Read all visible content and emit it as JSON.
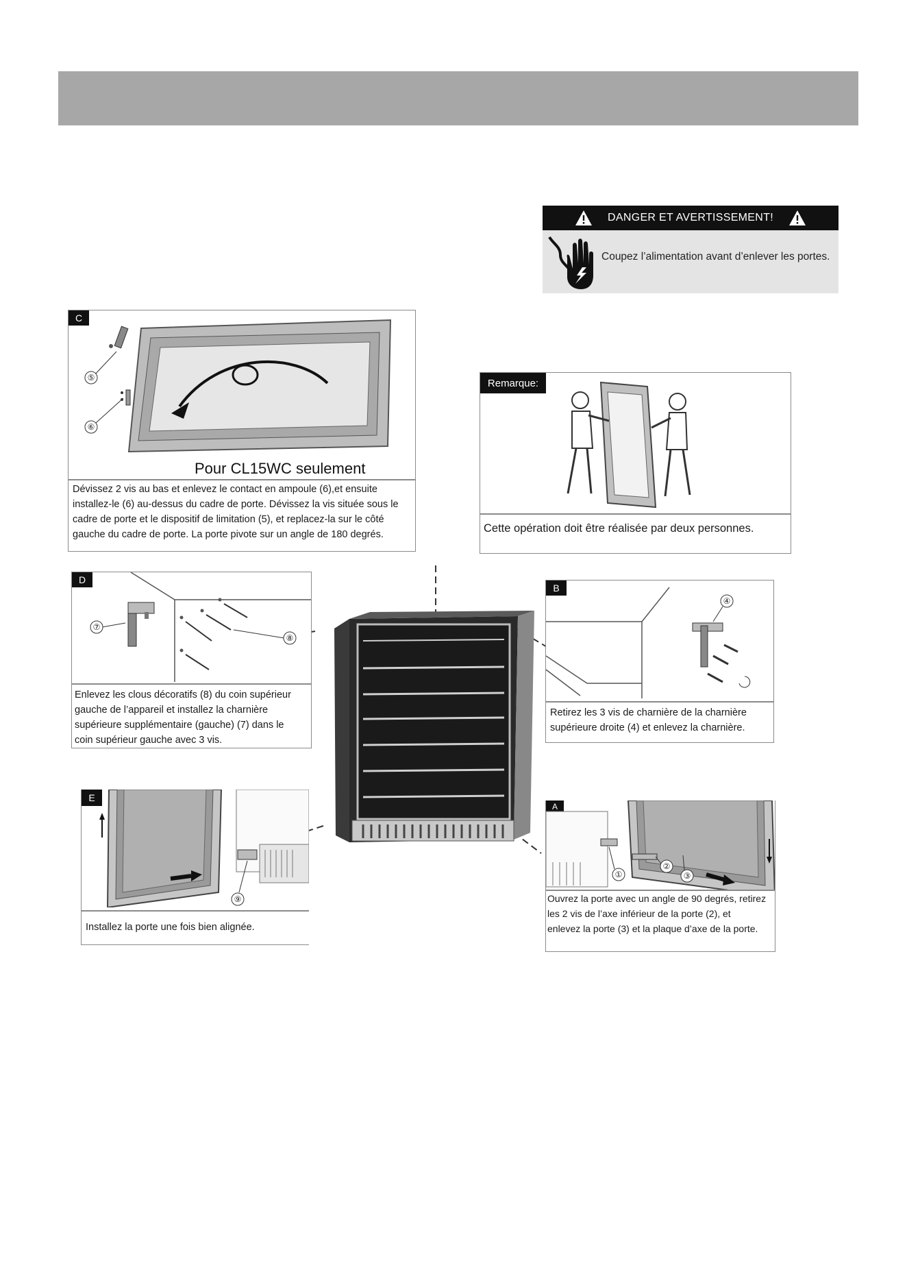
{
  "warning": {
    "title": "DANGER ET AVERTISSEMENT!",
    "text": "Coupez l’alimentation avant d’enlever les portes."
  },
  "panel_c": {
    "label": "C",
    "subtitle": "Pour CL15WC seulement",
    "caption_lines": [
      "Dévissez 2 vis au bas et enlevez le contact en ampoule (6),et ensuite",
      "installez-le (6) au-dessus du cadre de porte. Dévissez la vis située sous le",
      "cadre de porte et le dispositif de limitation (5),  et replacez-la sur le côté",
      " gauche du cadre de porte. La porte pivote sur un angle de 180 degrés."
    ],
    "callouts": [
      "⑤",
      "⑥"
    ]
  },
  "panel_remarque": {
    "label": "Remarque:",
    "caption": "Cette opération doit être réalisée par deux personnes."
  },
  "panel_d": {
    "label": "D",
    "caption_lines": [
      "Enlevez les clous décoratifs (8) du coin supérieur",
      " gauche de l’appareil et installez la charnière",
      "supérieure supplémentaire (gauche) (7) dans le",
      "coin supérieur gauche avec 3 vis."
    ],
    "callouts": [
      "⑦",
      "⑧"
    ]
  },
  "panel_b": {
    "label": "B",
    "caption_lines": [
      "Retirez les 3 vis de charnière de la charnière",
      "supérieure droite (4) et enlevez la charnière."
    ],
    "callouts": [
      "④"
    ]
  },
  "panel_e": {
    "label": "E",
    "caption": "Installez la porte une fois bien alignée.",
    "callouts": [
      "⑨"
    ]
  },
  "panel_a": {
    "label": "A",
    "caption_lines": [
      "Ouvrez la porte avec un angle de 90 degrés, retirez",
      " les 2 vis de l’axe inférieur de la porte (2),  et",
      "enlevez la porte (3) et la plaque d’axe de la porte."
    ],
    "callouts": [
      "①",
      "②",
      "③"
    ]
  }
}
